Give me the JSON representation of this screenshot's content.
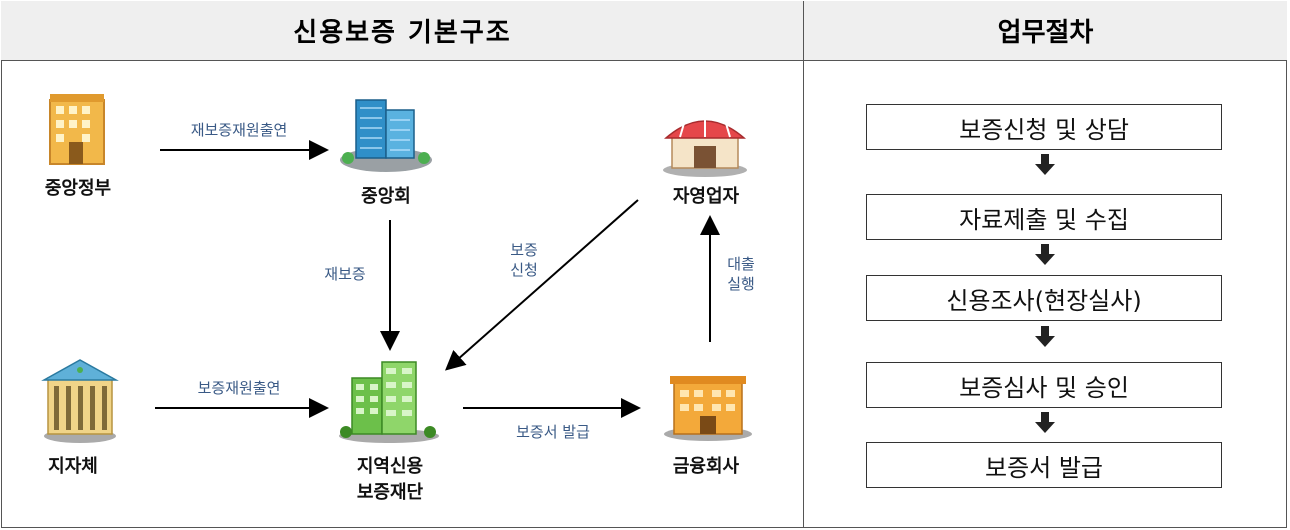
{
  "header": {
    "left_title": "신용보증 기본구조",
    "right_title": "업무절차"
  },
  "diagram": {
    "nodes": {
      "central_gov": "중앙정부",
      "federation": "중앙회",
      "self_employed": "자영업자",
      "local_gov": "지자체",
      "regional_foundation_line1": "지역신용",
      "regional_foundation_line2": "보증재단",
      "financial_institution": "금융회사"
    },
    "edges": {
      "reguarantee_fund": "재보증재원출연",
      "reguarantee": "재보증",
      "guarantee_fund": "보증재원출연",
      "guarantee_request_line1": "보증",
      "guarantee_request_line2": "신청",
      "loan_line1": "대출",
      "loan_line2": "실행",
      "certificate_issue": "보증서 발급"
    },
    "icons": {
      "central_gov": "government-building-icon",
      "federation": "office-tower-icon",
      "self_employed": "shop-icon",
      "local_gov": "city-hall-icon",
      "regional_foundation": "green-building-icon",
      "financial_institution": "bank-building-icon"
    }
  },
  "procedure": {
    "steps": [
      "보증신청 및 상담",
      "자료제출 및 수집",
      "신용조사(현장실사)",
      "보증심사 및 승인",
      "보증서 발급"
    ]
  }
}
